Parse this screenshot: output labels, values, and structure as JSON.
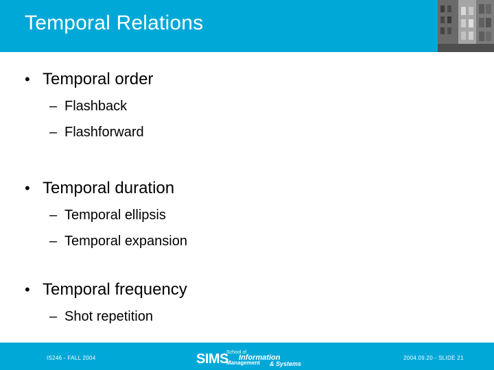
{
  "slide": {
    "title": "Temporal Relations",
    "theme": {
      "band_color": "#00a8d8",
      "background": "#ffffff",
      "text_color": "#000000",
      "band_text_color": "#ffffff"
    },
    "bullets": [
      {
        "marker": "•",
        "text": "Temporal order",
        "level": 1,
        "subitems": [
          {
            "marker": "–",
            "text": "Flashback"
          },
          {
            "marker": "–",
            "text": "Flashforward"
          }
        ]
      },
      {
        "marker": "•",
        "text": "Temporal duration",
        "level": 1,
        "subitems": [
          {
            "marker": "–",
            "text": "Temporal ellipsis"
          },
          {
            "marker": "–",
            "text": "Temporal expansion"
          }
        ]
      },
      {
        "marker": "•",
        "text": "Temporal frequency",
        "level": 1,
        "subitems": [
          {
            "marker": "–",
            "text": "Shot repetition"
          }
        ]
      }
    ],
    "footer": {
      "left": "IS246 - FALL 2004",
      "right": "2004.09.20 - SLIDE 21",
      "logo": {
        "word": "SIMS",
        "line1": "School of",
        "line2": "Information",
        "line3": "Management",
        "line4": "& Systems"
      }
    }
  }
}
